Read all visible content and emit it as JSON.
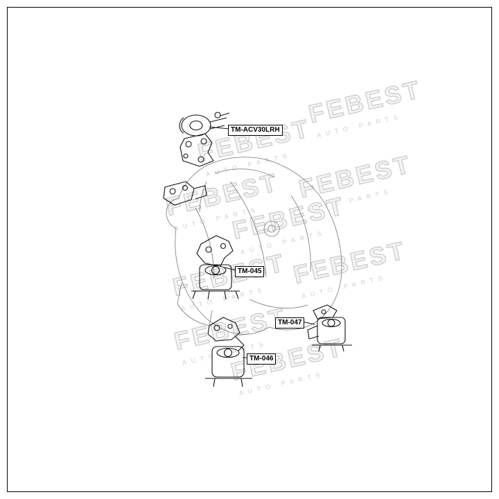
{
  "watermark": {
    "text": "FEBEST",
    "subtext": "AUTO PARTS"
  },
  "parts": [
    {
      "label": "TM-ACV30LRH"
    },
    {
      "label": "TM-045"
    },
    {
      "label": "TM-047"
    },
    {
      "label": "TM-046"
    }
  ]
}
